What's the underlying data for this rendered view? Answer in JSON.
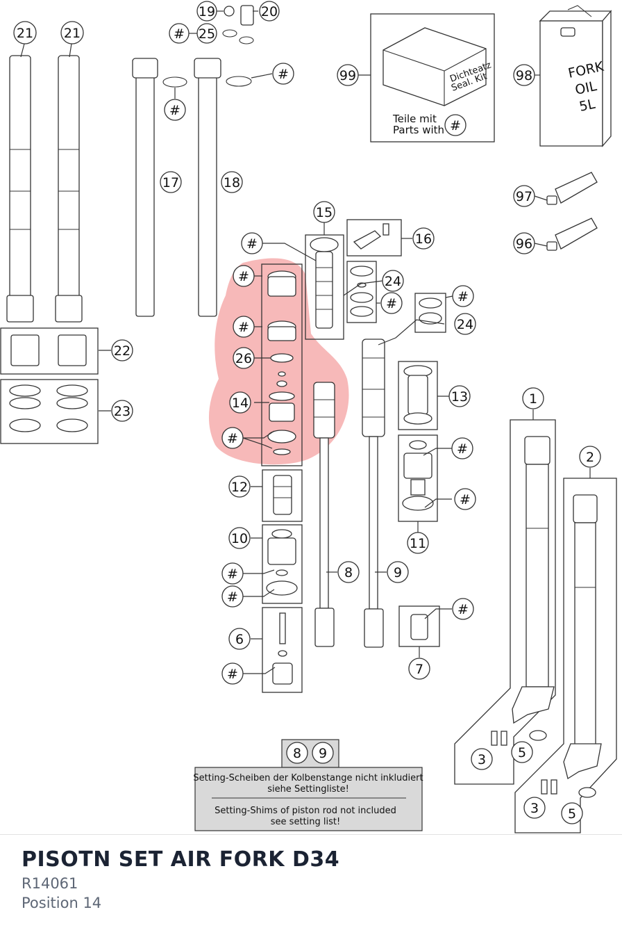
{
  "product": {
    "title": "PISOTN SET AIR FORK D34",
    "article_number": "R14061",
    "position": "Position 14"
  },
  "diagram": {
    "highlight_color": "#f4a1a1",
    "callouts": {
      "c1": "1",
      "c2": "2",
      "c3": "3",
      "c3b": "3",
      "c5": "5",
      "c5b": "5",
      "c6": "6",
      "c7": "7",
      "c8": "8",
      "c9": "9",
      "c10": "10",
      "c11": "11",
      "c12": "12",
      "c13": "13",
      "c14": "14",
      "c15": "15",
      "c16": "16",
      "c17": "17",
      "c18": "18",
      "c19": "19",
      "c20": "20",
      "c21a": "21",
      "c21b": "21",
      "c22": "22",
      "c23": "23",
      "c24a": "24",
      "c24b": "24",
      "c25": "25",
      "c26": "26",
      "c96": "96",
      "c97": "97",
      "c98": "98",
      "c99": "99",
      "c8n": "8",
      "c9n": "9",
      "hash": "#"
    },
    "seal_kit": {
      "box_label_1": "Dichteatz",
      "box_label_2": "Seal. Kit",
      "caption_de": "Teile mit",
      "caption_en": "Parts with"
    },
    "oil_can": {
      "line1": "FORK",
      "line2": "OIL",
      "line3": "5L"
    },
    "note": {
      "de_line1": "Setting-Scheiben der Kolbenstange nicht inkludiert",
      "de_line2": "siehe Settingliste!",
      "en_line1": "Setting-Shims of piston rod not included",
      "en_line2": "see setting list!"
    }
  }
}
